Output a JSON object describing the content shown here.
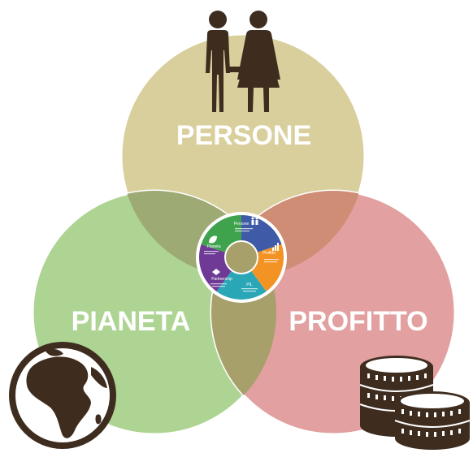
{
  "labels": {
    "people": "PERSONE",
    "planet": "PIANETA",
    "profit": "PROFITTO"
  },
  "wheel": {
    "segments": [
      "Persone",
      "Profitto",
      "PIL",
      "Partnership",
      "Pianeta"
    ]
  },
  "colors": {
    "people": "#d8cf9d",
    "planet": "#aed493",
    "profit": "#e2a0a0",
    "icon": "#3e2c1f",
    "wheel_blue": "#3f5aa6",
    "wheel_orange": "#f39324",
    "wheel_teal": "#2aa7b7",
    "wheel_purple": "#6e3a96",
    "wheel_green": "#3fa34d"
  },
  "icons": [
    "people-couple-icon",
    "globe-icon",
    "coins-icon",
    "bar-chart-icon",
    "leaf-icon",
    "handshake-icon"
  ]
}
